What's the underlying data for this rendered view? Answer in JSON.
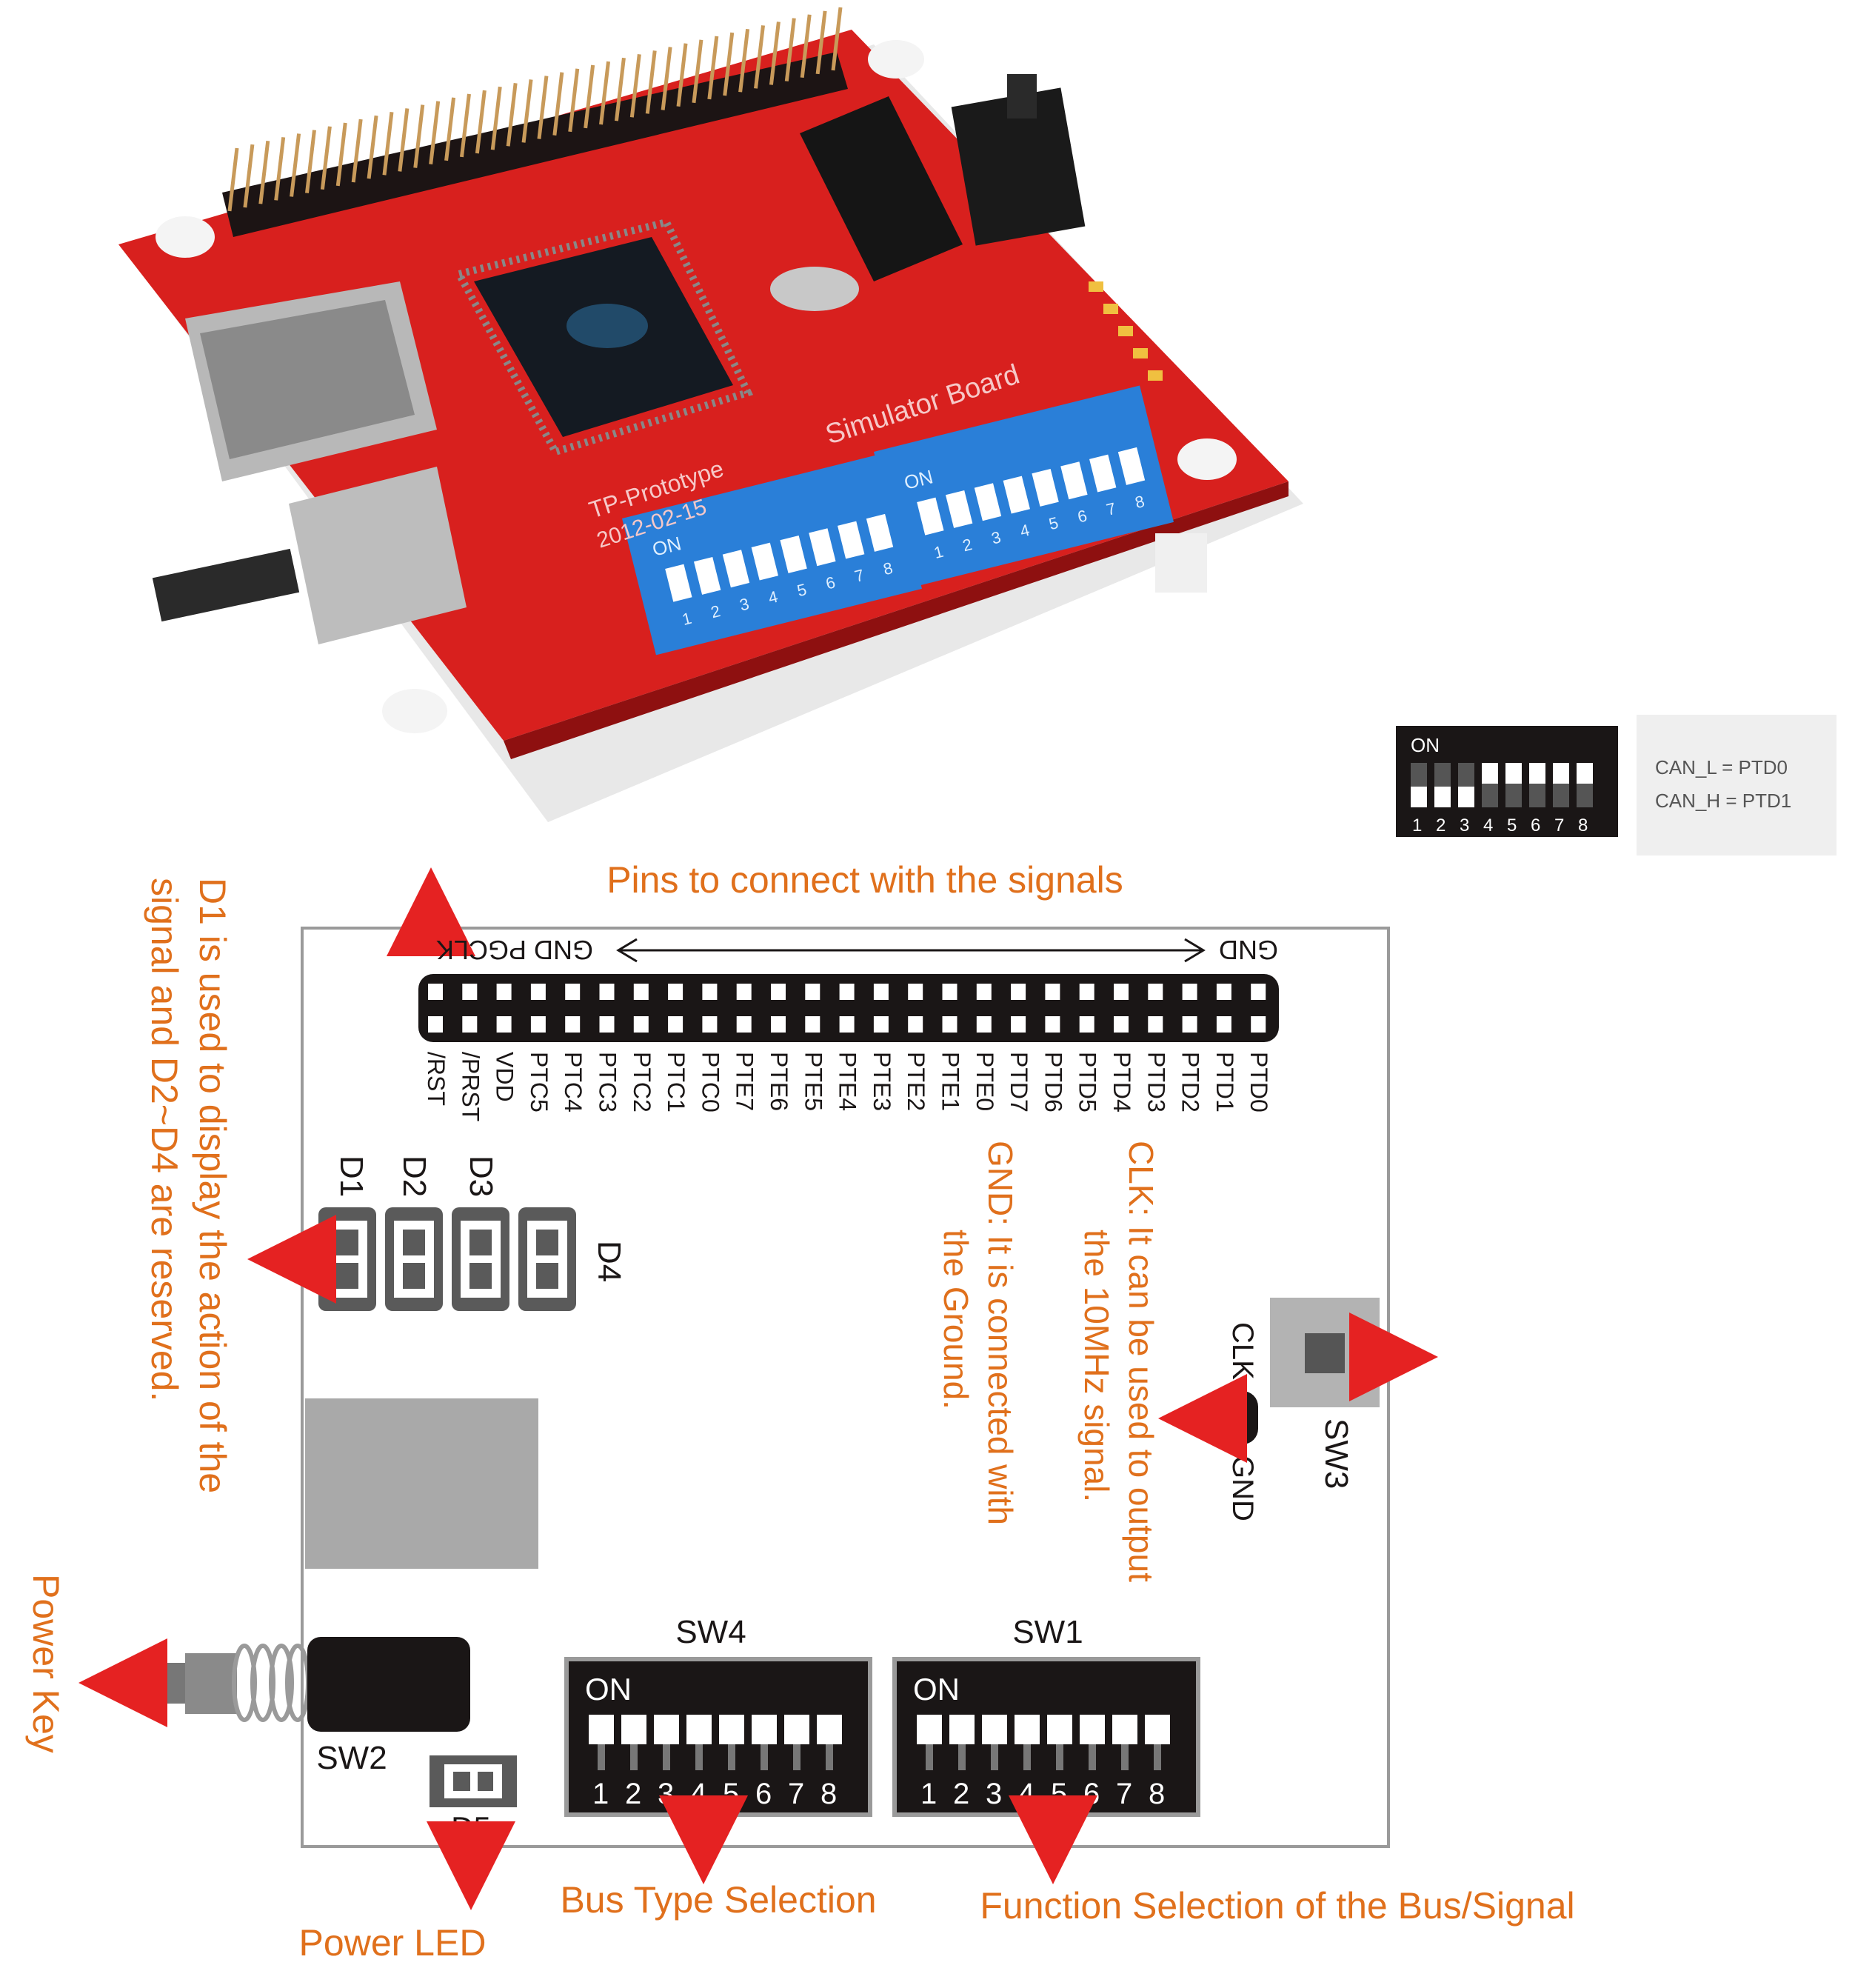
{
  "photo": {
    "board_silkscreen_1": "Simulator Board",
    "board_silkscreen_2": "TP-Prototype",
    "board_silkscreen_3": "2012-02-15",
    "dip_on": "ON",
    "dip_numbers": [
      "1",
      "2",
      "3",
      "4",
      "5",
      "6",
      "7",
      "8"
    ]
  },
  "legend": {
    "dip_on": "ON",
    "dip_numbers": [
      "1",
      "2",
      "3",
      "4",
      "5",
      "6",
      "7",
      "8"
    ],
    "line1": "CAN_L = PTD0",
    "line2": "CAN_H = PTD1"
  },
  "diagram": {
    "pins_title": "Pins to connect with the signals",
    "gnd_pgclk": "GND PGCLK",
    "gnd_right": "GND",
    "pins": [
      "/RST",
      "/PRST",
      "VDD",
      "PTC5",
      "PTC4",
      "PTC3",
      "PTC2",
      "PTC1",
      "PTC0",
      "PTE7",
      "PTE6",
      "PTE5",
      "PTE4",
      "PTE3",
      "PTE2",
      "PTE1",
      "PTE0",
      "PTD7",
      "PTD6",
      "PTD5",
      "PTD4",
      "PTD3",
      "PTD2",
      "PTD1",
      "PTD0"
    ],
    "d1": "D1",
    "d2": "D2",
    "d3": "D3",
    "d4": "D4",
    "d5": "D5",
    "d_note_line1": "D1 is used to display the action of the",
    "d_note_line2": "signal and D2~D4 are reserved.",
    "gnd_note_line1": "GND: It is connected with",
    "gnd_note_line2": "the Ground.",
    "clk_note_line1": "CLK: It can be used to output",
    "clk_note_line2": "the 10MHz signal.",
    "clk_label": "CLK",
    "gnd_label": "GND",
    "sw3": "SW3",
    "sw4": "SW4",
    "sw1": "SW1",
    "sw2": "SW2",
    "on": "ON",
    "dip_numbers": [
      "1",
      "2",
      "3",
      "4",
      "5",
      "6",
      "7",
      "8"
    ],
    "power_key": "Power Key",
    "power_led": "Power LED",
    "bus_type": "Bus Type Selection",
    "function_sel": "Function Selection of the Bus/Signal"
  },
  "colors": {
    "annotation": "#e0701c",
    "arrow": "#e52222",
    "board_red": "#d8201e",
    "dip_blue": "#2a7fd8",
    "dark": "#1a1616"
  }
}
